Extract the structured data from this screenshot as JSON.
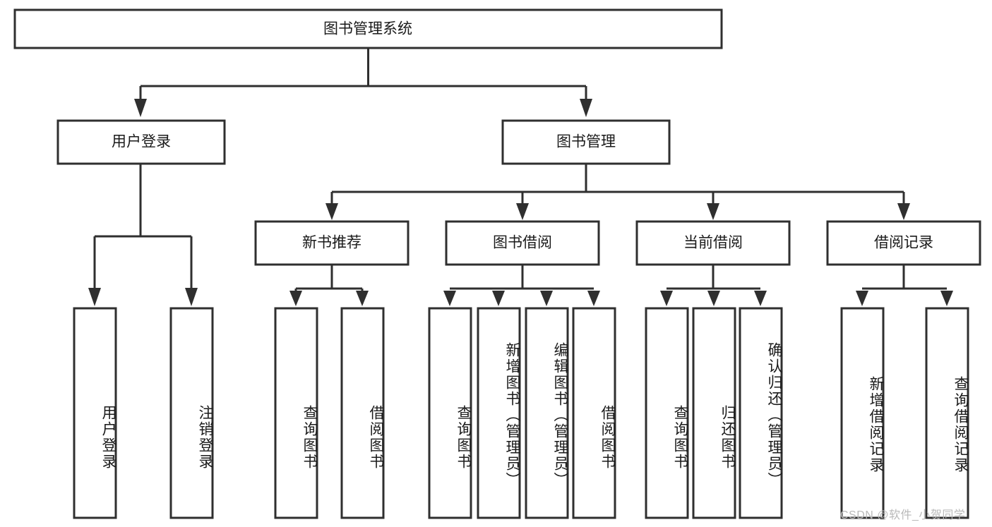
{
  "diagram": {
    "type": "tree-hierarchy",
    "title": "图书管理系统",
    "watermark": "CSDN @软件_小贺同学",
    "colors": {
      "stroke": "#2f2f2f",
      "fill": "#ffffff",
      "text": "#1a1a1a",
      "watermark": "#b9b9b9"
    },
    "root": {
      "label": "图书管理系统",
      "orientation": "horizontal"
    },
    "level2": [
      {
        "label": "用户登录",
        "orientation": "horizontal"
      },
      {
        "label": "图书管理",
        "orientation": "horizontal"
      }
    ],
    "level3": [
      {
        "label": "新书推荐",
        "orientation": "horizontal"
      },
      {
        "label": "图书借阅",
        "orientation": "horizontal"
      },
      {
        "label": "当前借阅",
        "orientation": "horizontal"
      },
      {
        "label": "借阅记录",
        "orientation": "horizontal"
      }
    ],
    "leaves_user_login": [
      {
        "label": "用户登录",
        "orientation": "vertical"
      },
      {
        "label": "注销登录",
        "orientation": "vertical"
      }
    ],
    "leaves_new_book": [
      {
        "label": "查询图书",
        "orientation": "vertical"
      },
      {
        "label": "借阅图书",
        "orientation": "vertical"
      }
    ],
    "leaves_borrow": [
      {
        "label": "查询图书",
        "orientation": "vertical"
      },
      {
        "label": "新增图书（管理员）",
        "orientation": "vertical"
      },
      {
        "label": "编辑图书（管理员）",
        "orientation": "vertical"
      },
      {
        "label": "借阅图书",
        "orientation": "vertical"
      }
    ],
    "leaves_current": [
      {
        "label": "查询图书",
        "orientation": "vertical"
      },
      {
        "label": "归还图书",
        "orientation": "vertical"
      },
      {
        "label": "确认归还（管理员）",
        "orientation": "vertical"
      }
    ],
    "leaves_record": [
      {
        "label": "新增借阅记录",
        "orientation": "vertical"
      },
      {
        "label": "查询借阅记录",
        "orientation": "vertical"
      }
    ]
  }
}
